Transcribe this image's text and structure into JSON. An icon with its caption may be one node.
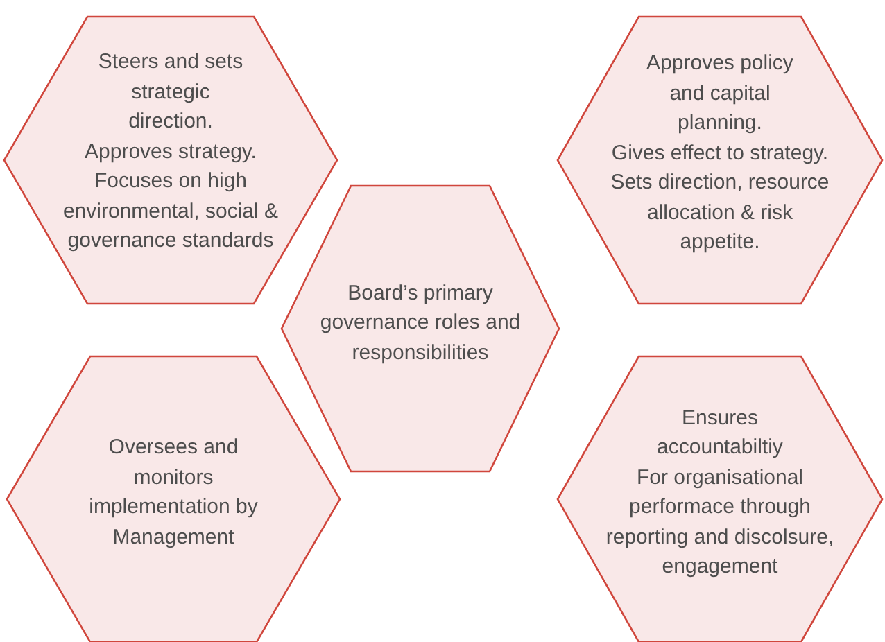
{
  "diagram": {
    "nodes": [
      {
        "text": [
          "Steers and sets strategic direction.",
          "Approves strategy.",
          "Focuses on high environmental, social & governance standards"
        ]
      },
      {
        "text": [
          "Approves policy and capital planning.",
          "Gives effect to strategy.",
          "Sets direction, resource allocation & risk appetite."
        ]
      },
      {
        "text": [
          "Board’s primary governance roles and responsibilities"
        ]
      },
      {
        "text": [
          "Oversees and monitors implementation by Management"
        ]
      },
      {
        "text": [
          "Ensures accountabiltiy",
          "For organisational performace through reporting and discolsure, engagement"
        ]
      }
    ]
  }
}
